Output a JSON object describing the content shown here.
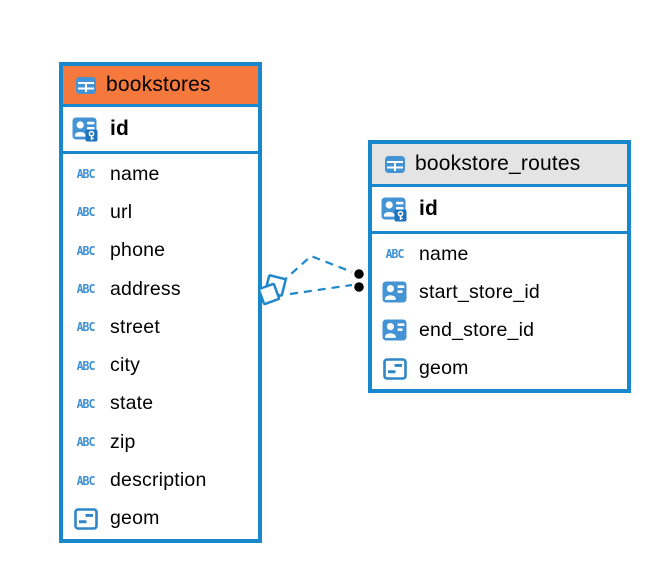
{
  "diagram": {
    "tables": [
      {
        "name": "bookstores",
        "icon": "table-icon",
        "header_color": "#F5793D",
        "key_columns": [
          {
            "name": "id",
            "icon": "primary-key-icon",
            "key": true
          }
        ],
        "columns": [
          {
            "name": "name",
            "icon": "text-type-icon"
          },
          {
            "name": "url",
            "icon": "text-type-icon"
          },
          {
            "name": "phone",
            "icon": "text-type-icon"
          },
          {
            "name": "address",
            "icon": "text-type-icon"
          },
          {
            "name": "street",
            "icon": "text-type-icon"
          },
          {
            "name": "city",
            "icon": "text-type-icon"
          },
          {
            "name": "state",
            "icon": "text-type-icon"
          },
          {
            "name": "zip",
            "icon": "text-type-icon"
          },
          {
            "name": "description",
            "icon": "text-type-icon"
          },
          {
            "name": "geom",
            "icon": "geometry-type-icon"
          }
        ]
      },
      {
        "name": "bookstore_routes",
        "icon": "table-icon",
        "header_color": "#E4E4E4",
        "key_columns": [
          {
            "name": "id",
            "icon": "primary-key-icon",
            "key": true
          }
        ],
        "columns": [
          {
            "name": "name",
            "icon": "text-type-icon"
          },
          {
            "name": "start_store_id",
            "icon": "reference-icon"
          },
          {
            "name": "end_store_id",
            "icon": "reference-icon"
          },
          {
            "name": "geom",
            "icon": "geometry-type-icon"
          }
        ]
      }
    ],
    "relationships": [
      {
        "from": "bookstore_routes.start_store_id",
        "to": "bookstores",
        "style": "dashed"
      },
      {
        "from": "bookstore_routes.end_store_id",
        "to": "bookstores",
        "style": "dashed"
      }
    ],
    "colors": {
      "table_border": "#1688CB",
      "bookstores_header": "#F5793D",
      "bookstore_routes_header": "#E4E4E4",
      "icon_blue": "#4493D5",
      "key_overlay_blue": "#1C72BD",
      "link_blue": "#1E87CC",
      "link_end_dot": "#000000"
    }
  }
}
